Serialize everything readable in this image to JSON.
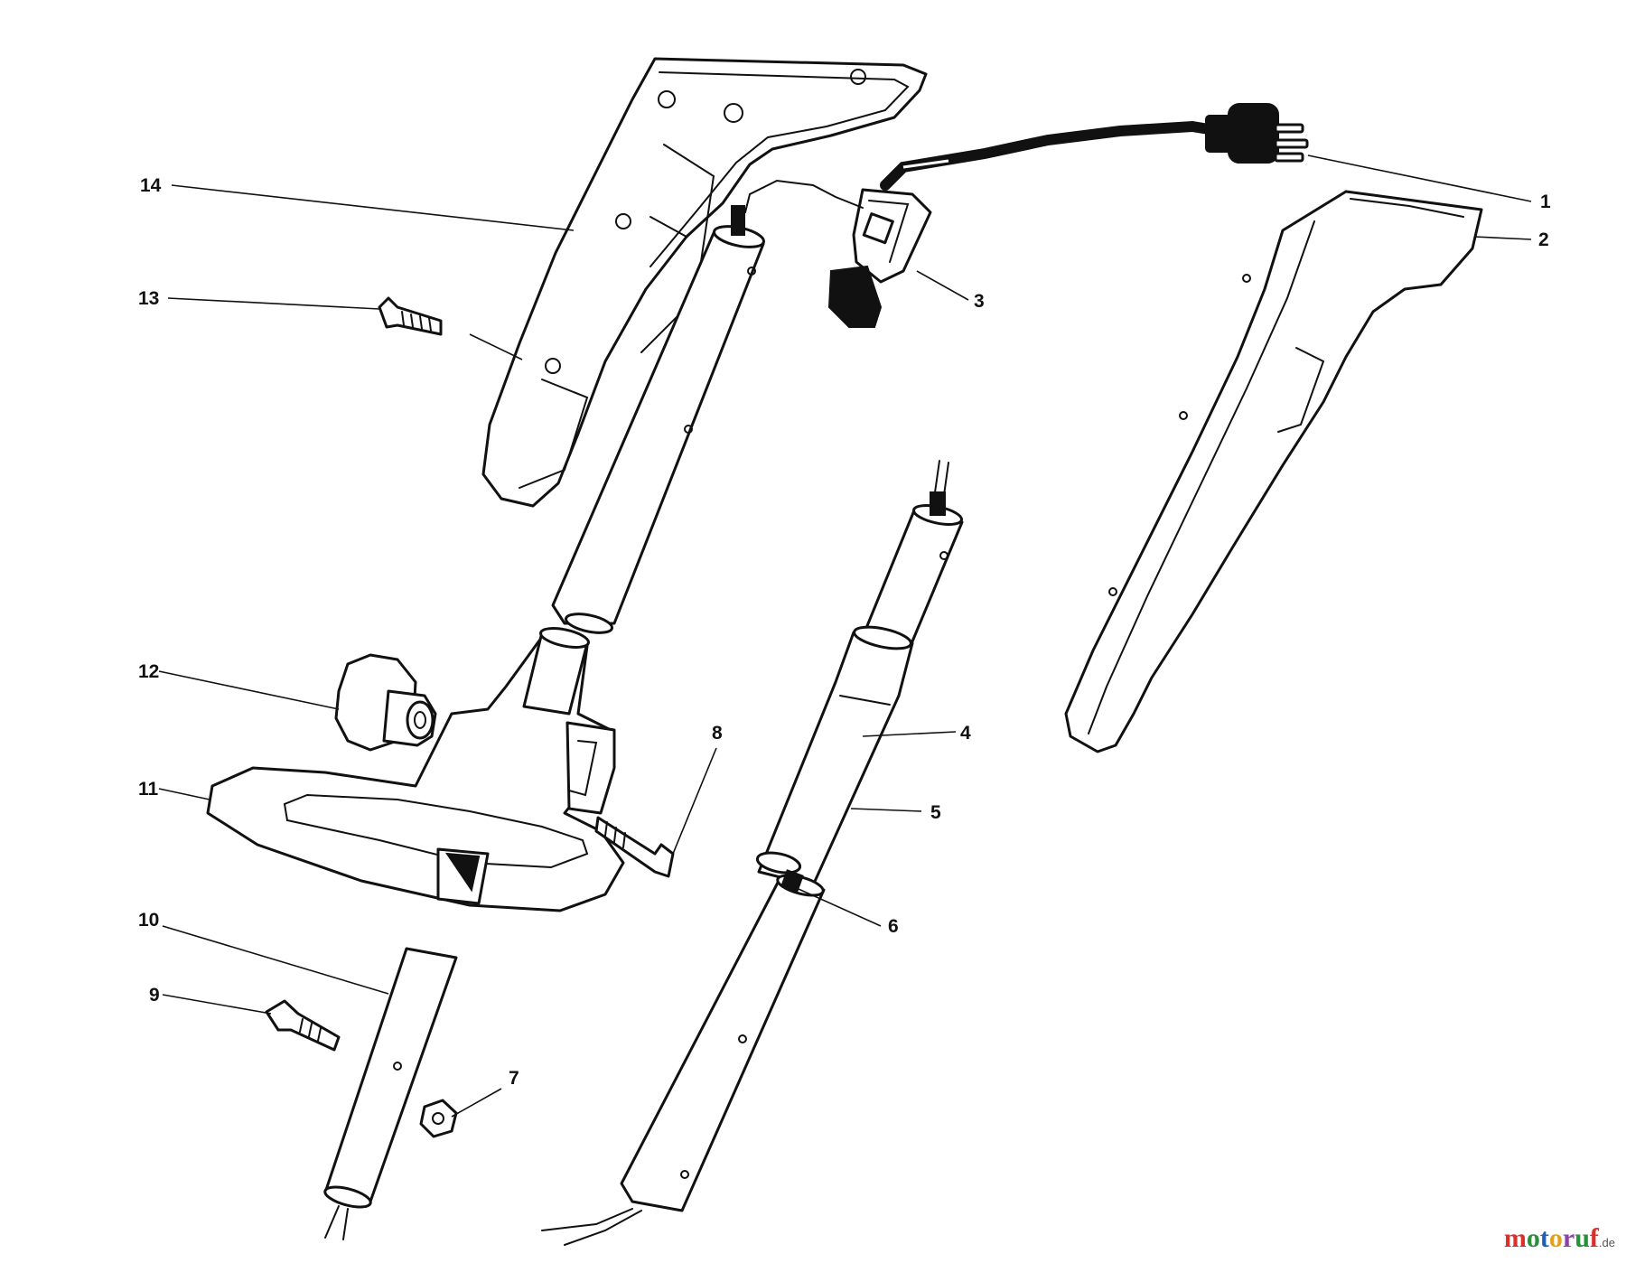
{
  "labels": {
    "l1": "1",
    "l2": "2",
    "l3": "3",
    "l4": "4",
    "l5": "5",
    "l6": "6",
    "l7": "7",
    "l8": "8",
    "l9": "9",
    "l10": "10",
    "l11": "11",
    "l12": "12",
    "l13": "13",
    "l14": "14"
  },
  "watermark": {
    "text": "motoruf",
    "suffix": ".de",
    "colors": [
      "#d9302b",
      "#2a8f3a",
      "#1f5fb4",
      "#e3a11b",
      "#8e3fa8",
      "#2a8f3a",
      "#d9302b"
    ]
  }
}
